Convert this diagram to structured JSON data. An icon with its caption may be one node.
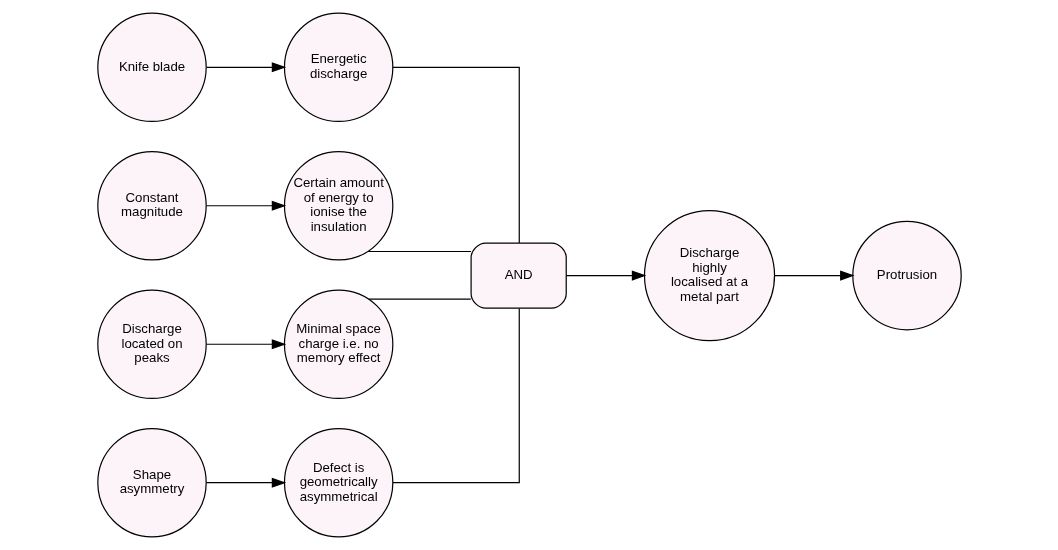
{
  "diagram": {
    "nodes": [
      {
        "text": [
          "Knife blade"
        ]
      },
      {
        "text": [
          "Energetic discharge"
        ]
      },
      {
        "text": [
          "Constant magnitude"
        ]
      },
      {
        "text": [
          "Certain amount of energy to ionise the insulation"
        ]
      },
      {
        "text": [
          "Discharge located on peaks"
        ]
      },
      {
        "text": [
          "Minimal space charge i.e. no memory effect"
        ]
      },
      {
        "text": [
          "Shape asymmetry"
        ]
      },
      {
        "text": [
          "Defect is geometrically asymmetrical"
        ]
      },
      {
        "text": [
          "AND"
        ]
      },
      {
        "text": [
          "Discharge highly localised at a metal part"
        ]
      },
      {
        "text": [
          "Protrusion"
        ]
      }
    ],
    "edges": [
      {
        "from": 0,
        "to": 1,
        "arrow": "to"
      },
      {
        "from": 2,
        "to": 3,
        "arrow": "to"
      },
      {
        "from": 4,
        "to": 5,
        "arrow": "to"
      },
      {
        "from": 6,
        "to": 7,
        "arrow": "to"
      },
      {
        "from": 1,
        "to": 8,
        "arrow": "none"
      },
      {
        "from": 3,
        "to": 8,
        "arrow": "none"
      },
      {
        "from": 5,
        "to": 8,
        "arrow": "none"
      },
      {
        "from": 7,
        "to": 8,
        "arrow": "none"
      },
      {
        "from": 8,
        "to": 9,
        "arrow": "to"
      },
      {
        "from": 9,
        "to": 10,
        "arrow": "to"
      }
    ]
  }
}
